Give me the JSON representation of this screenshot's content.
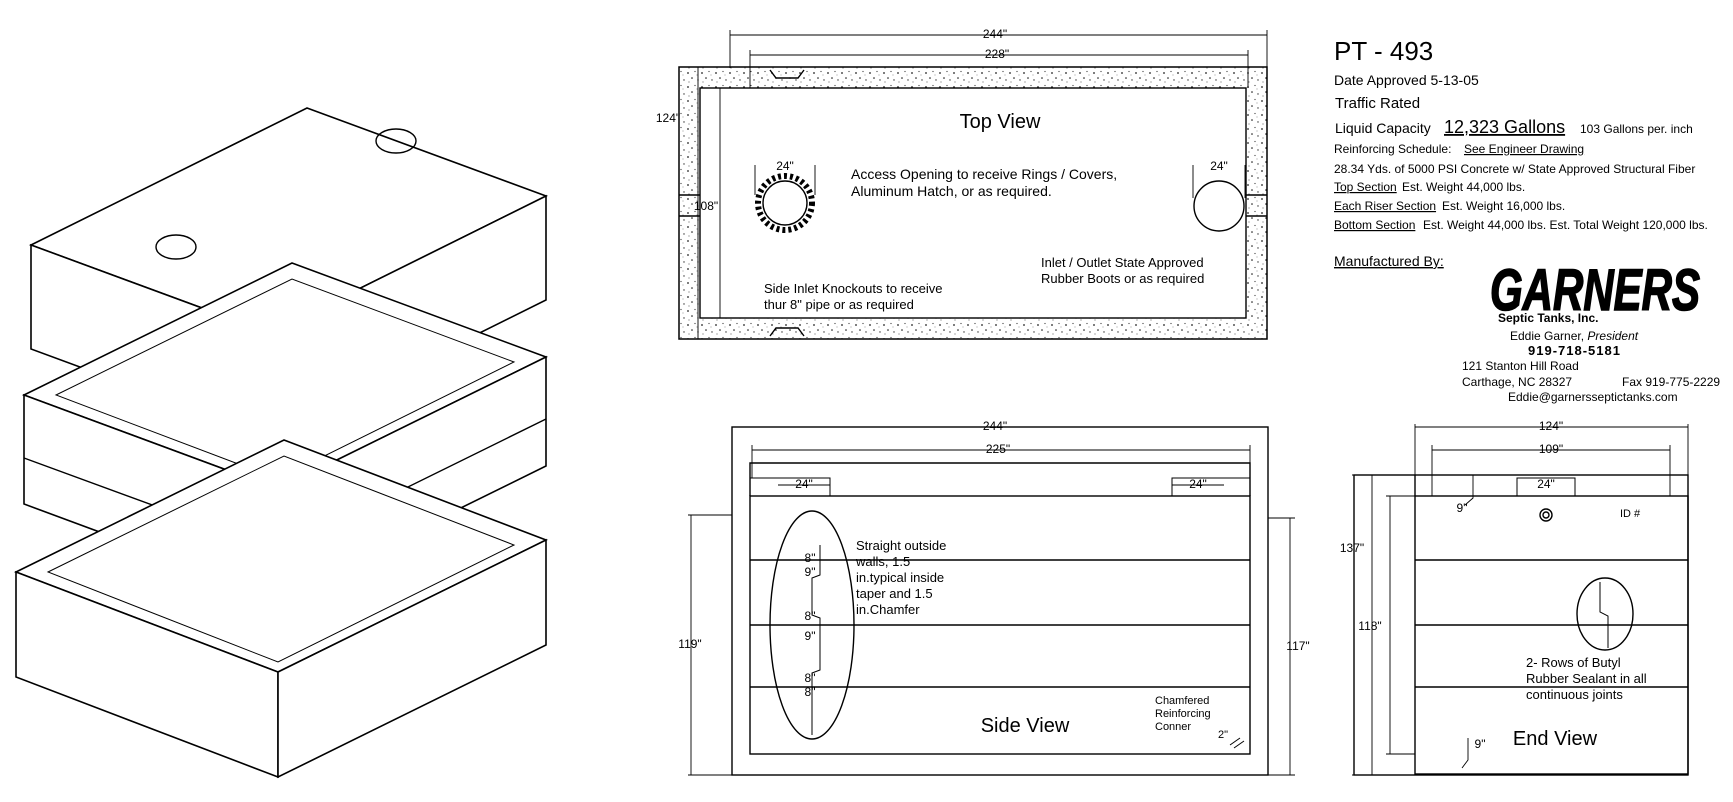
{
  "title_block": {
    "model": "PT - 493",
    "date_approved": "Date Approved 5-13-05",
    "traffic": "Traffic Rated",
    "liquid_capacity_label": "Liquid Capacity",
    "liquid_capacity_value": "12,323 Gallons",
    "gallons_per_inch": "103 Gallons per. inch",
    "reinforcing_label": "Reinforcing Schedule:",
    "reinforcing_link": "See Engineer Drawing",
    "concrete": "28.34 Yds. of 5000 PSI Concrete w/ State Approved Structural Fiber",
    "top_section_label": "Top Section",
    "top_section_weight": "Est. Weight 44,000 lbs.",
    "riser_section_label": "Each Riser Section",
    "riser_section_weight": "Est. Weight 16,000 lbs.",
    "bottom_section_label": "Bottom Section",
    "bottom_section_weight": "Est. Weight 44,000 lbs. Est. Total Weight 120,000 lbs.",
    "manufactured_by": "Manufactured By:"
  },
  "company": {
    "logo": "GARNERS",
    "name": "Septic Tanks, Inc.",
    "person": "Eddie Garner,",
    "person_title": "President",
    "phone": "919-718-5181",
    "address1": "121 Stanton Hill Road",
    "address2": "Carthage, NC 28327",
    "fax": "Fax 919-775-2229",
    "email": "Eddie@garnersseptictanks.com"
  },
  "top_view": {
    "title": "Top View",
    "dim_overall_length": "244\"",
    "dim_inner_length": "228\"",
    "dim_overall_width": "124\"",
    "dim_inner_width": "108\"",
    "dim_opening_left": "24\"",
    "dim_opening_right": "24\"",
    "note_access_1": "Access Opening to receive Rings / Covers,",
    "note_access_2": "Aluminum Hatch, or as required.",
    "note_inlet_1": "Inlet / Outlet State Approved",
    "note_inlet_2": "Rubber Boots or as required",
    "note_knockout_1": "Side Inlet Knockouts to receive",
    "note_knockout_2": "thur 8\" pipe or as required"
  },
  "side_view": {
    "title": "Side View",
    "dim_overall_length": "244\"",
    "dim_inner_length": "225\"",
    "dim_opening_left": "24\"",
    "dim_opening_right": "24\"",
    "dim_height_left": "119\"",
    "dim_height_right": "117\"",
    "joint_dims": [
      "8\"",
      "9\"",
      "8\"",
      "9\"",
      "8\"",
      "8\""
    ],
    "note_walls": [
      "Straight outside",
      "walls, 1.5",
      "in.typical inside",
      "taper and 1.5",
      "in.Chamfer"
    ],
    "note_chamfer": [
      "Chamfered",
      "Reinforcing",
      "Conner"
    ],
    "dim_chamfer": "2\""
  },
  "end_view": {
    "title": "End View",
    "dim_overall_width": "124\"",
    "dim_inner_width": "109\"",
    "dim_opening": "24\"",
    "dim_overall_height": "137\"",
    "dim_inner_height": "118\"",
    "dim_top": "9\"",
    "dim_bottom": "9\"",
    "id_label": "ID #",
    "note_sealant": [
      "2- Rows of Butyl",
      "Rubber Sealant in all",
      "continuous joints"
    ]
  }
}
